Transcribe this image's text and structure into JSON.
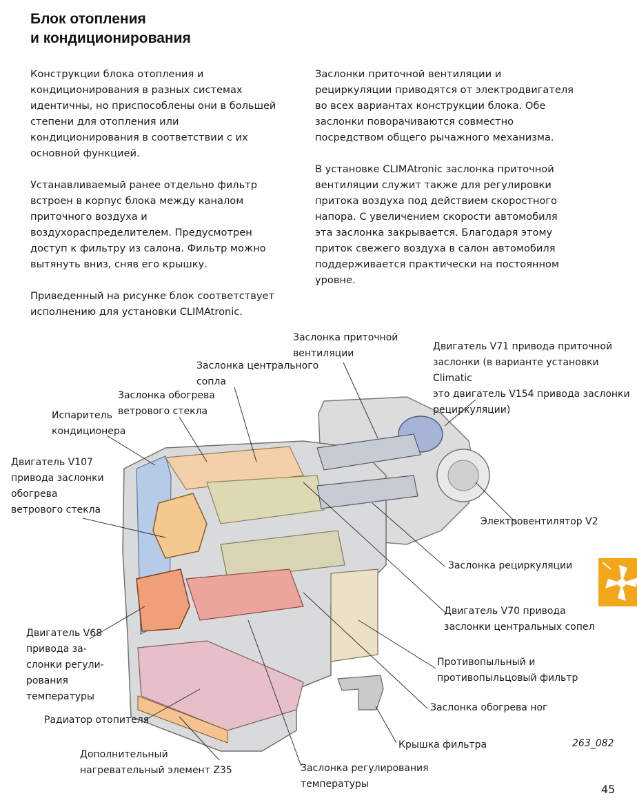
{
  "page": {
    "title": "Блок отопления\nи кондиционирования",
    "page_number": "45",
    "figure_code": "263_082"
  },
  "left_column": [
    "Конструкции блока отопления и кондиционирования в разных системах идентичны, но приспособлены они в большей степени для отопления или кондиционирования в соответствии с их основной функцией.",
    "Устанавливаемый ранее отдельно фильтр встроен в корпус блока между каналом приточного воздуха и воздухораспределителем. Предусмотрен доступ к фильтру из салона. Фильтр можно вытянуть вниз, сняв его крышку.",
    "Приведенный на рисунке блок соответствует исполнению для установки CLIMAtronic."
  ],
  "right_column": [
    "Заслонки приточной вентиляции и рециркуляции приводятся от электродвигателя во всех вариантах конструкции блока. Обе заслонки поворачиваются совместно посредством общего рычажного механизма.",
    "В установке CLIMAtronic заслонка приточной вентиляции служит также для регулировки притока воздуха под действием скоростного напора. С увеличением скорости автомобиля эта заслонка закрывается. Благодаря этому приток свежего воздуха в салон автомобиля поддерживается практически на постоянном уровне."
  ],
  "labels": {
    "fresh_air_flap": "Заслонка приточной\nвентиляции",
    "motor_v71": "Двигатель V71 привода приточной\nзаслонки (в варианте установки Climatic\nэто двигатель V154 привода заслонки\nрециркуляции)",
    "central_flap": "Заслонка центрального\nсопла",
    "defrost_flap": "Заслонка обогрева\nветрового стекла",
    "evaporator": "Испаритель\nкондиционера",
    "motor_v107": "Двигатель V107\nпривода заслонки\nобогрева\nветрового стекла",
    "blower_v2": "Электровентилятор V2",
    "recirc_flap": "Заслонка рециркуляции",
    "motor_v70": "Двигатель V70 привода\nзаслонки центральных сопел",
    "pollen_filter": "Противопыльный и\nпротивопыльцовый фильтр",
    "motor_v68": "Двигатель V68\nпривода за-\nслонки регули-\nрования\nтемпературы",
    "footwell_flap": "Заслонка обогрева ног",
    "heater_core": "Радиатор отопителя",
    "filter_cover": "Крышка фильтра",
    "heater_z35": "Дополнительный\nнагревательный элемент Z35",
    "temp_flap": "Заслонка регулирования\nтемпературы"
  },
  "colors": {
    "housing": "#d9dadb",
    "evaporator": "#a9c3e3",
    "defrost_flap": "#f2c9a0",
    "heater": "#e8a0a0",
    "accent_icon": "#f2a71b"
  }
}
